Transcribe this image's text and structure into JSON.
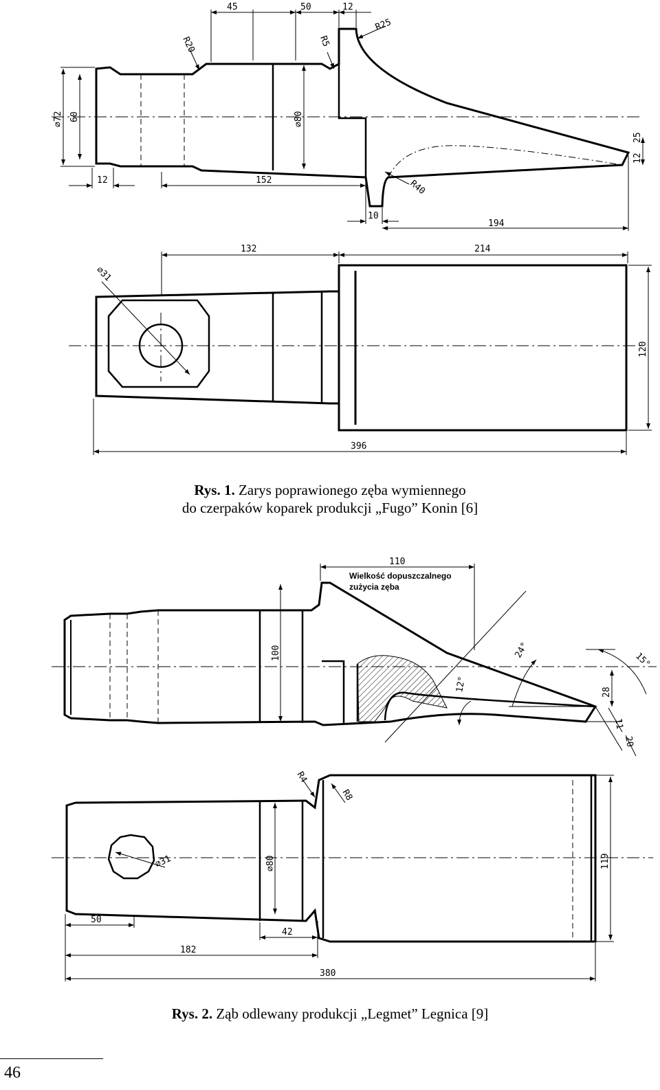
{
  "figure1": {
    "side_view_dims": {
      "d1": "45",
      "d2": "50",
      "d3": "12",
      "r25": "R25",
      "r20": "R20",
      "r5": "R5",
      "dia72": "⌀72",
      "v60": "60",
      "dia80": "⌀80",
      "v25": "25",
      "v12r": "12",
      "v12": "12",
      "v152": "152",
      "r40": "R40",
      "v10": "10",
      "v194": "194"
    },
    "top_view_dims": {
      "v132": "132",
      "v214": "214",
      "dia31": "⌀31",
      "v120": "120",
      "v396": "396"
    },
    "caption_label": "Rys. 1.",
    "caption_line1": "Zarys poprawionego zęba wymiennego",
    "caption_line2": "do czerpaków koparek produkcji „Fugo” Konin [6]"
  },
  "figure2": {
    "side_view_dims": {
      "v110": "110",
      "v100": "100",
      "a24": "24°",
      "a15": "15°",
      "a12": "12°",
      "v28": "28",
      "v11": "11",
      "v20": "20"
    },
    "wear_note_line1": "Wielkość dopuszczalnego",
    "wear_note_line2": "zużycia zęba",
    "top_view_dims": {
      "r4": "R4",
      "r8": "R8",
      "dia80": "⌀80",
      "dia31": "⌀31",
      "v119": "119",
      "v50": "50",
      "v42": "42",
      "v182": "182",
      "v380": "380"
    },
    "caption_label": "Rys. 2.",
    "caption_text": "Ząb odlewany produkcji „Legmet” Legnica [9]"
  },
  "page_number": "46"
}
